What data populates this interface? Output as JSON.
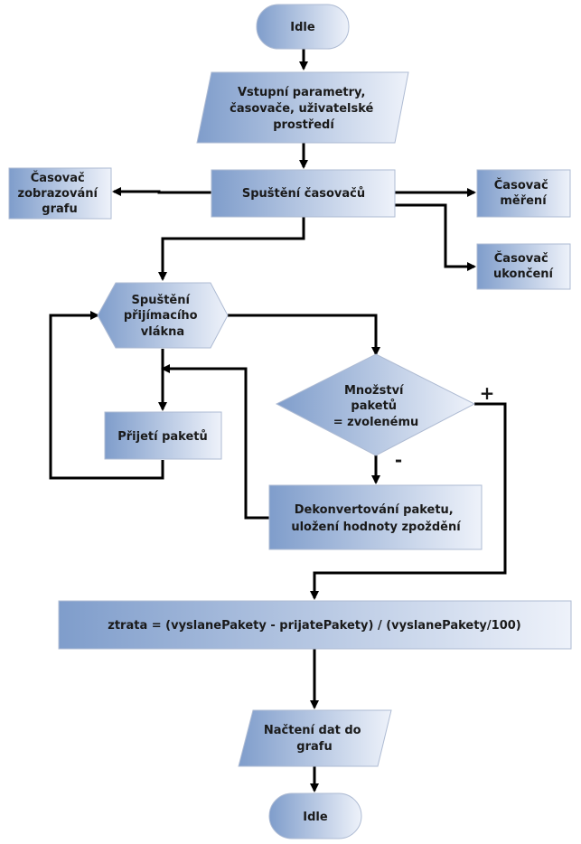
{
  "nodes": {
    "idle_start": {
      "label": [
        "Idle"
      ]
    },
    "inputs": {
      "label": [
        "Vstupní parametry,",
        "časovače, uživatelské",
        "prostředí"
      ]
    },
    "start_timers": {
      "label": [
        "Spuštění časovačů"
      ]
    },
    "timer_graph": {
      "label": [
        "Časovač",
        "zobrazování",
        "grafu"
      ]
    },
    "timer_measure": {
      "label": [
        "Časovač",
        "měření"
      ]
    },
    "timer_end": {
      "label": [
        "Časovač",
        "ukončení"
      ]
    },
    "start_thread": {
      "label": [
        "Spuštění",
        "přijímacího",
        "vlákna"
      ]
    },
    "receive_packets": {
      "label": [
        "Přijetí paketů"
      ]
    },
    "decision": {
      "label": [
        "Množství",
        "paketů",
        "= zvolenému"
      ]
    },
    "deconvert": {
      "label": [
        "Dekonvertování  paketu,",
        "uložení hodnoty zpoždění"
      ]
    },
    "loss_formula": {
      "label": [
        "ztrata = (vyslanePakety  - prijatePakety) / (vyslanePakety/100)"
      ]
    },
    "load_graph": {
      "label": [
        "Načtení dat do",
        "grafu"
      ]
    },
    "idle_end": {
      "label": [
        "Idle"
      ]
    }
  },
  "signs": {
    "plus": "+",
    "minus": "-"
  },
  "colors": {
    "fill_dark": "#7f9dcb",
    "fill_light": "#eef2fa",
    "stroke": "#aebbd3",
    "arrow": "#000000"
  }
}
